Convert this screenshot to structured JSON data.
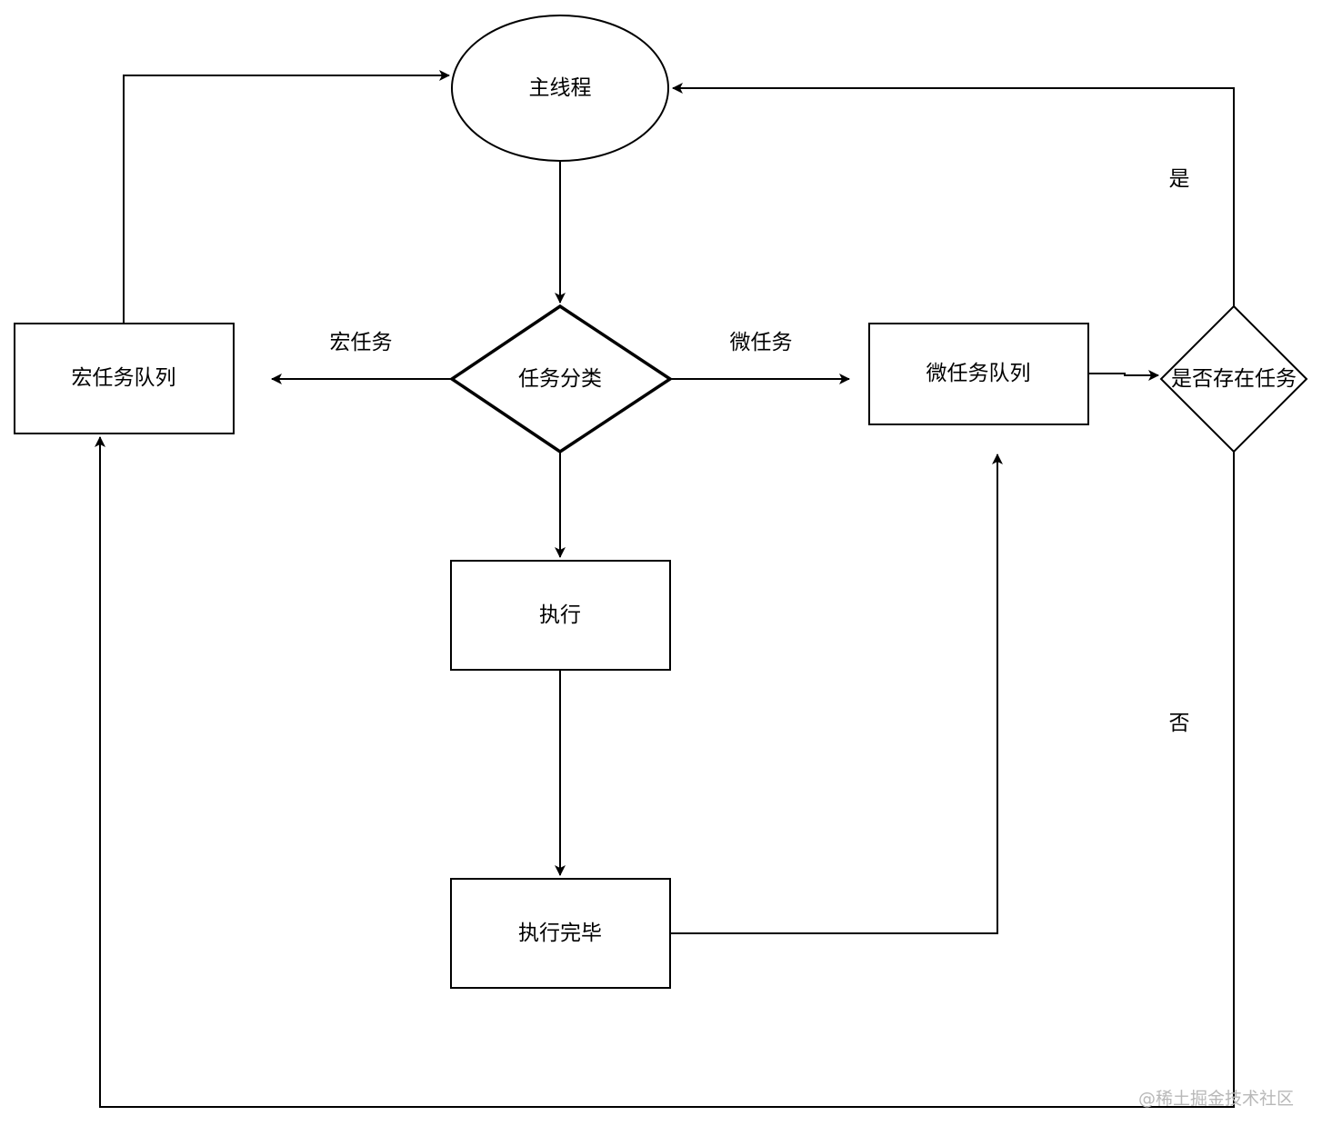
{
  "nodes": {
    "main_thread": "主线程",
    "task_classify": "任务分类",
    "macro_queue": "宏任务队列",
    "micro_queue": "微任务队列",
    "has_task": "是否存在任务",
    "execute": "执行",
    "execute_done": "执行完毕"
  },
  "edge_labels": {
    "macro": "宏任务",
    "micro": "微任务",
    "yes": "是",
    "no": "否"
  },
  "watermark": "@稀土掘金技术社区",
  "colors": {
    "stroke": "#000000",
    "fill": "#ffffff",
    "watermark": "#b8b8b8"
  }
}
